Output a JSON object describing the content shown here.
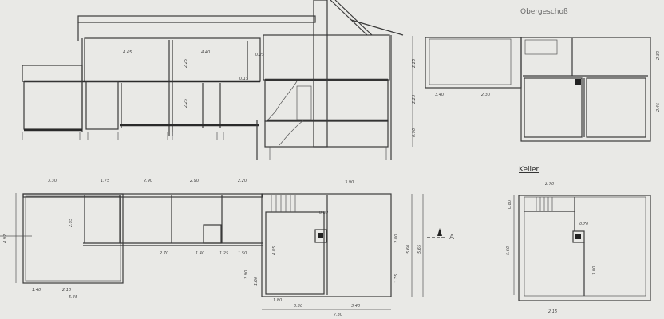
{
  "titles": {
    "upper_floor": "Obergeschoß",
    "basement": "Keller",
    "section_marker": "A"
  },
  "section_dims": [
    "4.45",
    "4.40",
    "2.25",
    "2.25",
    "2.25",
    "2.25",
    "0.90",
    "0.25",
    "0.15"
  ],
  "upper_dims": [
    "3.40",
    "2.30",
    "2.30",
    "2.45"
  ],
  "ground_dims": [
    "3.30",
    "1.75",
    "2.90",
    "2.90",
    "2.20",
    "3.90",
    "2.85",
    "4.92",
    "2.70",
    "1.40",
    "1.25",
    "1.50",
    "4.85",
    "2.90",
    "1.60",
    "2.80",
    "5.60",
    "5.65",
    "1.75",
    "1.40",
    "2.10",
    "5.45",
    "1.80",
    "3.30",
    "3.40",
    "7.30",
    "0.80"
  ],
  "basement_dims": [
    "2.70",
    "5.60",
    "0.80",
    "2.15",
    "3.00",
    "0.70"
  ],
  "colors": {
    "paper": "#e9e9e6",
    "ink": "#3a3a3a"
  }
}
